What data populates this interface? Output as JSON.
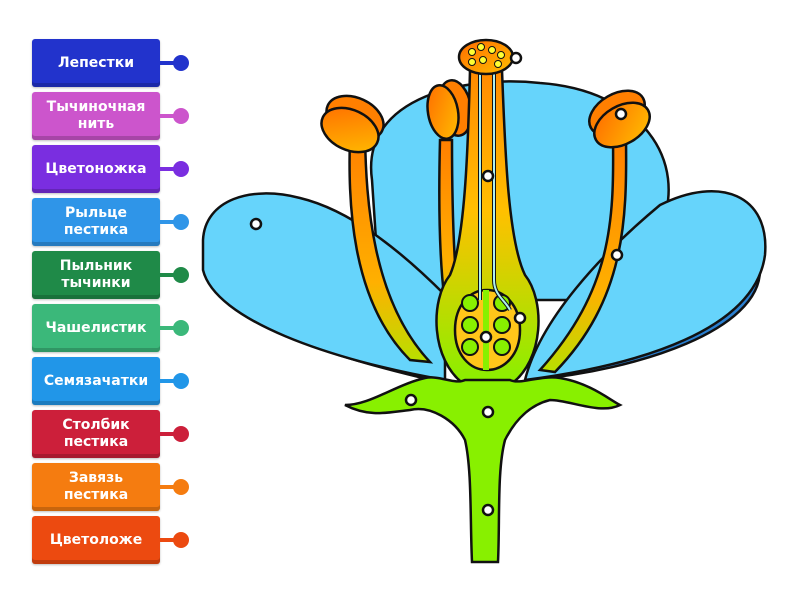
{
  "labels": [
    {
      "text": "Лепестки",
      "color": "#2233cc"
    },
    {
      "text": "Тычиночная\nнить",
      "color": "#cc55cc"
    },
    {
      "text": "Цветоножка",
      "color": "#7a2ee0"
    },
    {
      "text": "Рыльце\nпестика",
      "color": "#2f95e8"
    },
    {
      "text": "Пыльник\nтычинки",
      "color": "#1f8a48"
    },
    {
      "text": "Чашелистик",
      "color": "#3bb87a"
    },
    {
      "text": "Семязачатки",
      "color": "#2196e8"
    },
    {
      "text": "Столбик\nпестика",
      "color": "#cc1f3a"
    },
    {
      "text": "Завязь\nпестика",
      "color": "#f57c10"
    },
    {
      "text": "Цветоложе",
      "color": "#ec4a10"
    }
  ],
  "colors": {
    "petal": "#66d4fb",
    "petal_shadow": "#2a7fd0",
    "stamen_orange": "#ff7f00",
    "stamen_yellow": "#ffc20e",
    "pistil_green": "#88f000",
    "ovary_yellow": "#ffc61a",
    "pollen_dot": "#ffff33",
    "outline": "#111111"
  }
}
